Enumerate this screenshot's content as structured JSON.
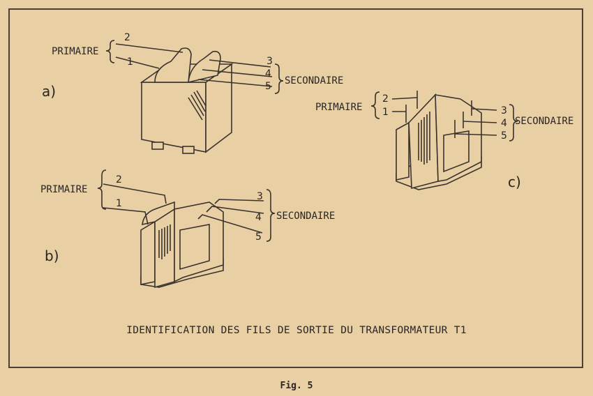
{
  "diagram_a": {
    "panel_label": "a)",
    "primary_label": "PRIMAIRE",
    "secondary_label": "SECONDAIRE",
    "wires": [
      "2",
      "1",
      "3",
      "4",
      "5"
    ]
  },
  "diagram_b": {
    "panel_label": "b)",
    "primary_label": "PRIMAIRE",
    "secondary_label": "SECONDAIRE",
    "wires": [
      "2",
      "1",
      "3",
      "4",
      "5"
    ]
  },
  "diagram_c": {
    "panel_label": "c)",
    "primary_label": "PRIMAIRE",
    "secondary_label": "SECONDAIRE",
    "wires": [
      "2",
      "1",
      "3",
      "4",
      "5"
    ]
  },
  "caption": "IDENTIFICATION DES FILS DE SORTIE DU TRANSFORMATEUR T1",
  "figure_label": "Fig. 5"
}
